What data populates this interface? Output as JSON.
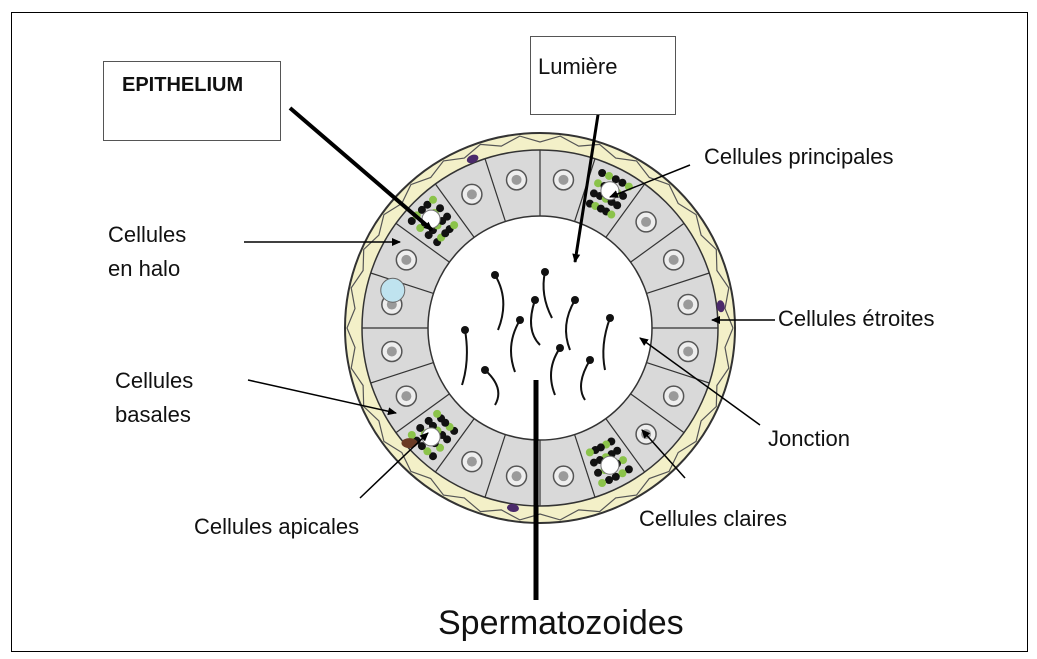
{
  "labels": {
    "epithelium": "EPITHELIUM",
    "lumiere": "Lumière",
    "principales": "Cellules principales",
    "halo": "Cellules\nen halo",
    "etroites": "Cellules étroites",
    "basales": "Cellules\nbasales",
    "jonction": "Jonction",
    "claires": "Cellules claires",
    "apicales": "Cellules apicales",
    "spermatozoides": "Spermatozoides"
  },
  "colors": {
    "outer_layer": "#f3f0c8",
    "cell_fill": "#d9d9d9",
    "lumen_fill": "#ffffff",
    "nucleus": "#9a9a9a",
    "clear_cell_dots_dark": "#111111",
    "clear_cell_dots_green": "#8bc34a",
    "basal_cell": "#6b3b24",
    "halo_cell": "#bfe3ef",
    "narrow_cell_nucleus": "#4b2a6b"
  }
}
